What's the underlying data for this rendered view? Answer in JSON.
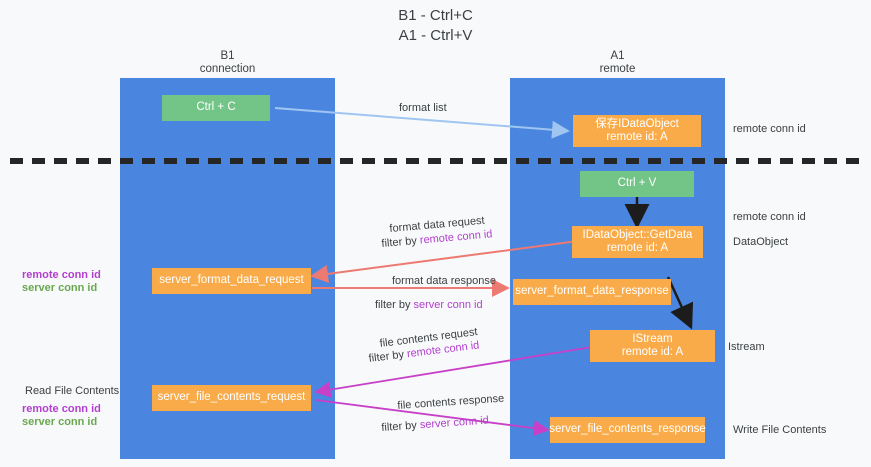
{
  "title": {
    "line1": "B1 - Ctrl+C",
    "line2": "A1 - Ctrl+V"
  },
  "lanes": [
    {
      "name": "B1",
      "sub": "connection"
    },
    {
      "name": "A1",
      "sub": "remote"
    }
  ],
  "nodes": {
    "ctrl_c": "Ctrl + C",
    "ctrl_v": "Ctrl + V",
    "save_idataobject_l1": "保存IDataObject",
    "save_idataobject_l2": "remote id: A",
    "getdata_l1": "IDataObject::GetData",
    "getdata_l2": "remote id: A",
    "istream_l1": "IStream",
    "istream_l2": "remote id: A",
    "server_format_data_request": "server_format_data_request",
    "server_format_data_response": "server_format_data_response",
    "server_file_contents_request": "server_file_contents_request",
    "server_file_contents_response": "server_file_contents_response"
  },
  "edges": {
    "format_list": "format list",
    "format_data_request": "format data request",
    "format_data_response": "format data response",
    "file_contents_request": "file contents request",
    "file_contents_response": "file contents response",
    "filter_by": "filter by",
    "remote_conn_id": "remote conn id",
    "server_conn_id": "server conn id"
  },
  "side_labels": {
    "right_remote_conn_id_top": "remote conn id",
    "right_remote_conn_id_mid": "remote conn id",
    "dataobject": "DataObject",
    "istream": "Istream",
    "write_file_contents": "Write File Contents",
    "left_remote_conn_id": "remote conn id",
    "left_server_conn_id": "server conn id",
    "read_file_contents": "Read File Contents",
    "left_remote_conn_id_2": "remote conn id",
    "left_server_conn_id_2": "server conn id"
  },
  "colors": {
    "lane": "#4a86e0",
    "node_orange": "#f9ab4a",
    "node_green": "#73c587",
    "accent_purple": "#b23fcf",
    "accent_green": "#6aa84f",
    "arrow_blue": "#9fc5f0",
    "arrow_red": "#ec7a72",
    "arrow_magenta": "#c840c8",
    "arrow_black": "#1c1c1c",
    "divider": "#262626",
    "background": "#f8f9fa"
  }
}
